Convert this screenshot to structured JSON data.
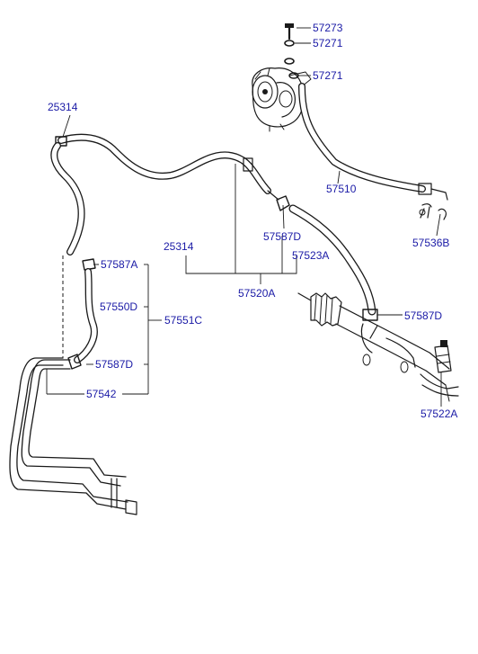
{
  "labels": {
    "p57273": "57273",
    "p57271a": "57271",
    "p57271b": "57271",
    "p25314a": "25314",
    "p57510": "57510",
    "p57587d_a": "57587D",
    "p57536b": "57536B",
    "p25314b": "25314",
    "p57523a": "57523A",
    "p57587a": "57587A",
    "p57520a": "57520A",
    "p57587d_b": "57587D",
    "p57550d": "57550D",
    "p57551c": "57551C",
    "p57587d_c": "57587D",
    "p57542": "57542",
    "p57522a": "57522A"
  },
  "colors": {
    "label": "#1a1aa6",
    "line": "#1a1a1a"
  }
}
